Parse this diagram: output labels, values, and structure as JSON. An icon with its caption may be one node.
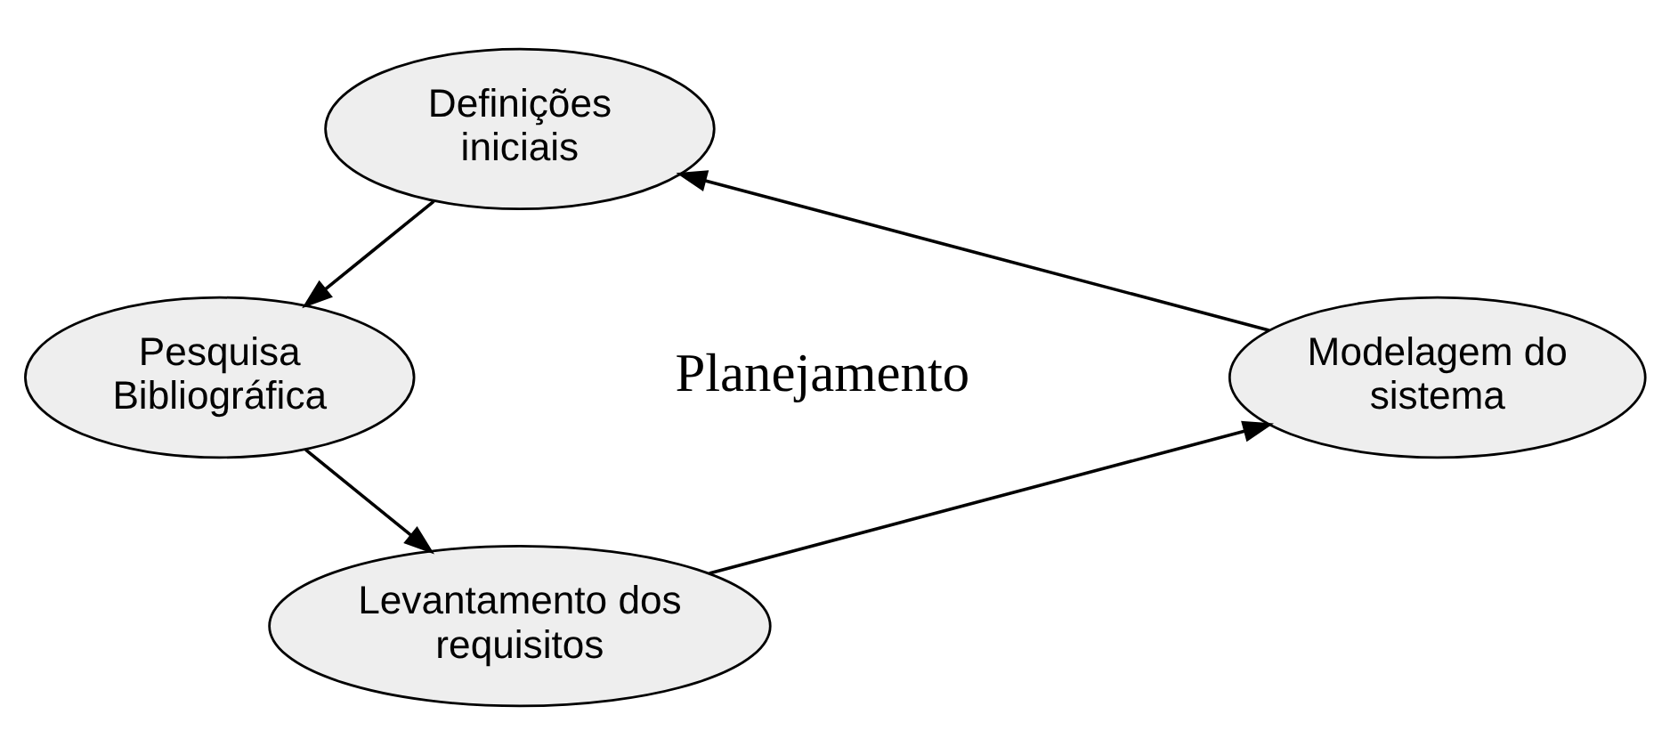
{
  "diagram": {
    "nodes": [
      {
        "text": [
          "Definições iniciais"
        ]
      },
      {
        "text": [
          "Pesquisa Bibliográfica"
        ]
      },
      {
        "text": [
          "Levantamento dos requisitos"
        ]
      },
      {
        "text": [
          "Modelagem do sistema"
        ]
      }
    ],
    "edges": [
      {
        "from": 0,
        "to": 1,
        "arrow": "to"
      },
      {
        "from": 1,
        "to": 2,
        "arrow": "to"
      },
      {
        "from": 2,
        "to": 3,
        "arrow": "to"
      },
      {
        "from": 3,
        "to": 0,
        "arrow": "to"
      }
    ],
    "labels": [
      "Planejamento"
    ]
  }
}
